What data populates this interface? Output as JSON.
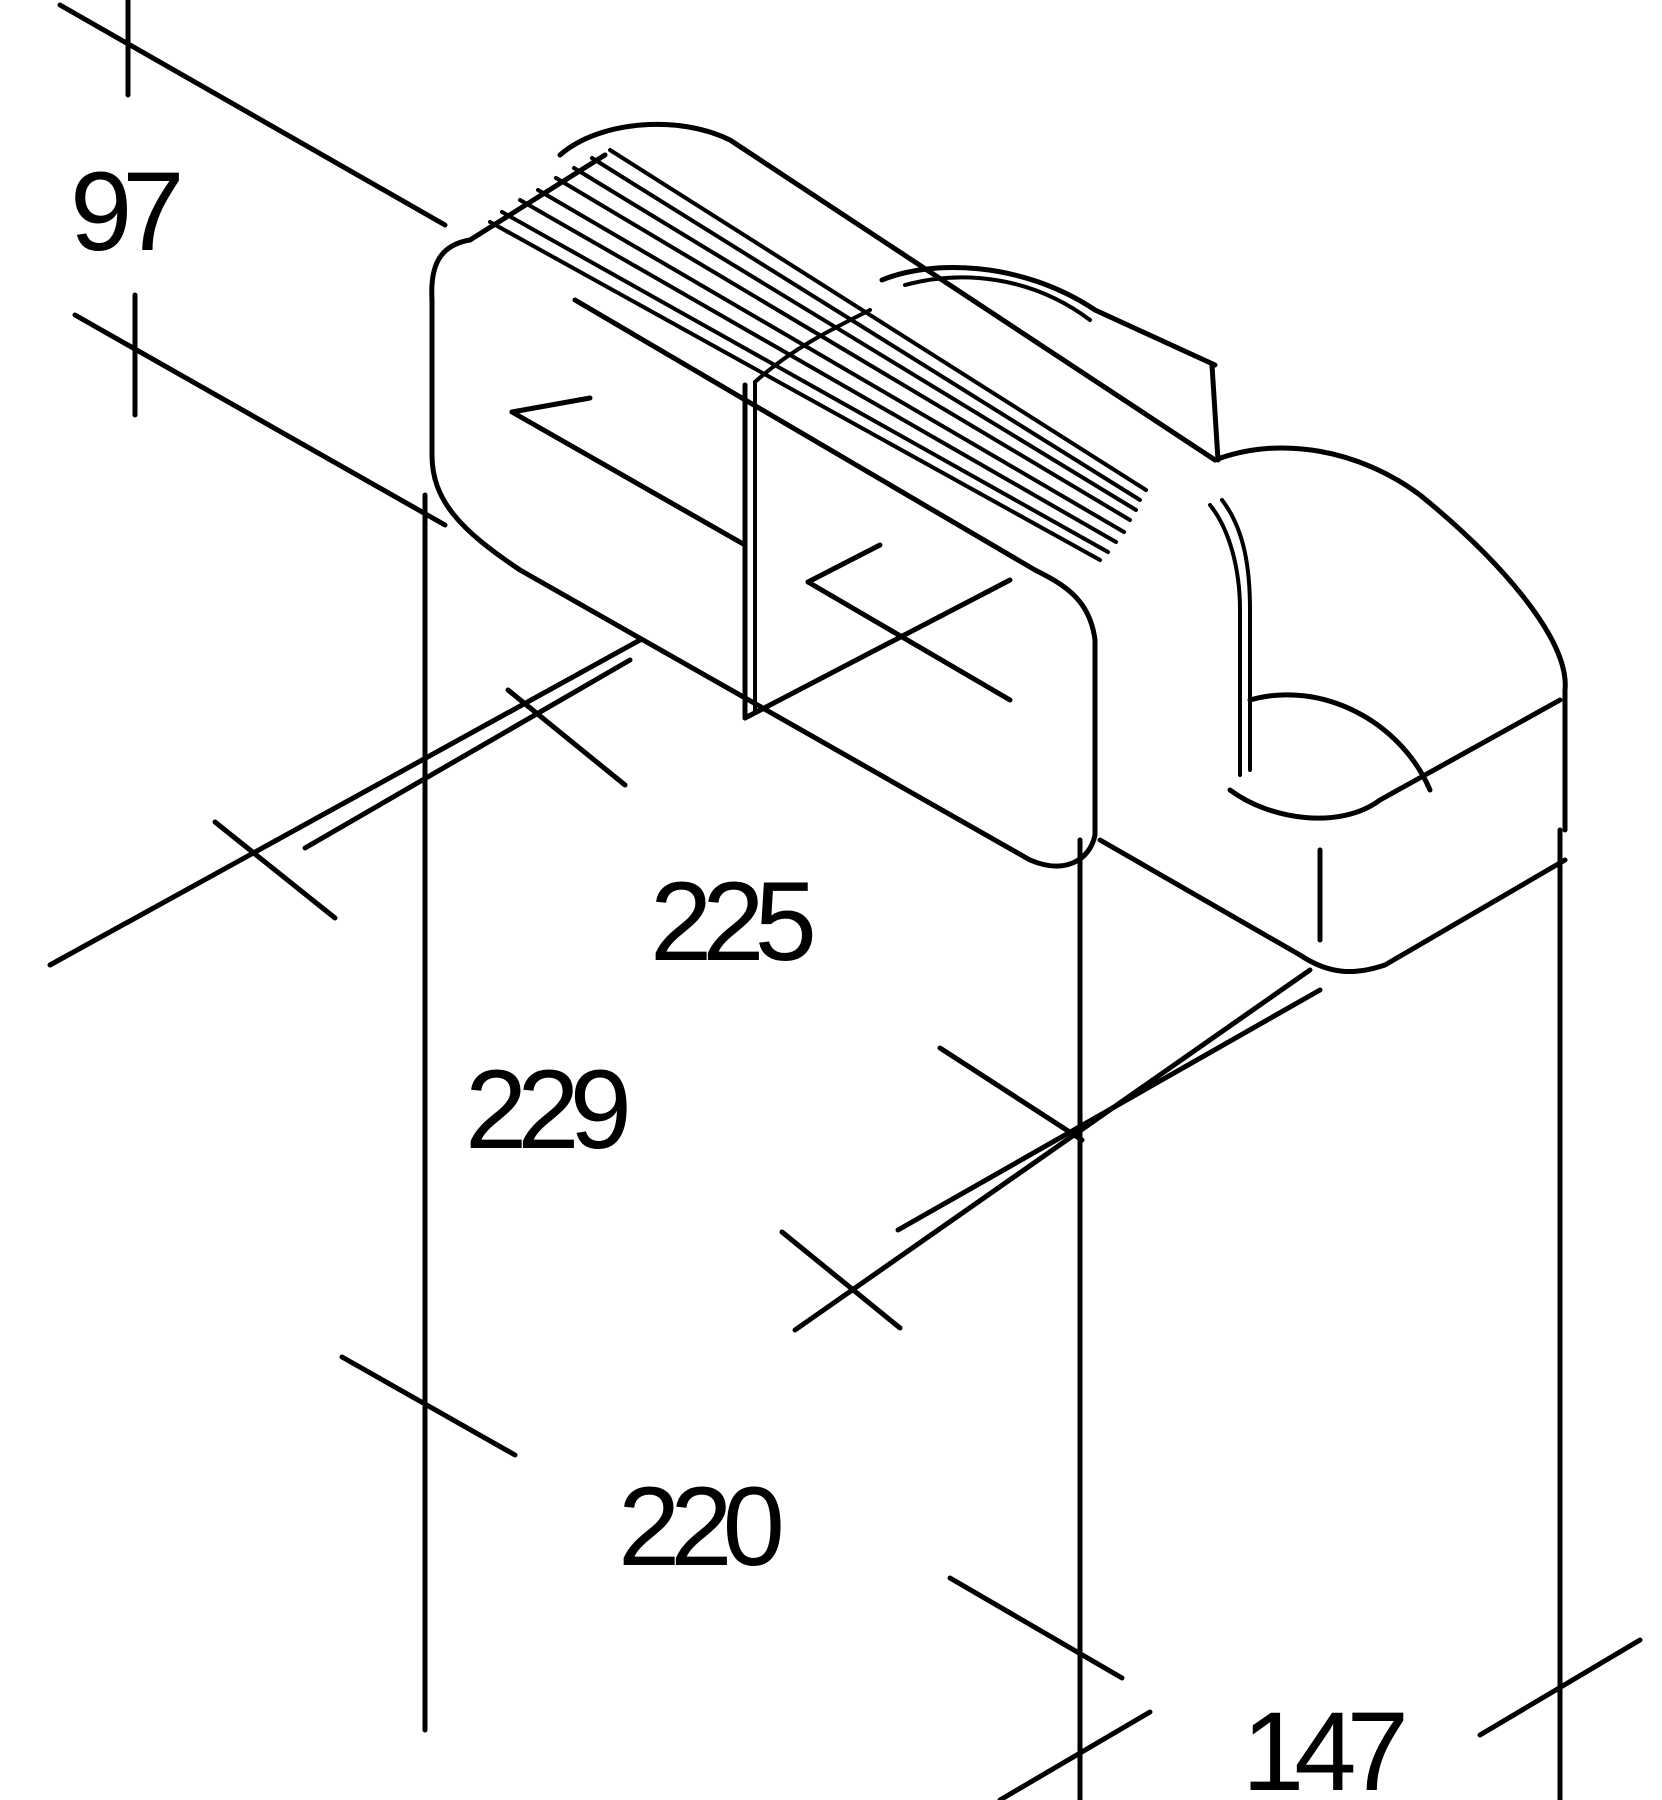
{
  "dimensions": {
    "d97": "97",
    "d225": "225",
    "d229": "229",
    "d220": "220",
    "d147": "147"
  },
  "colors": {
    "line": "#000000",
    "background": "#ffffff"
  }
}
